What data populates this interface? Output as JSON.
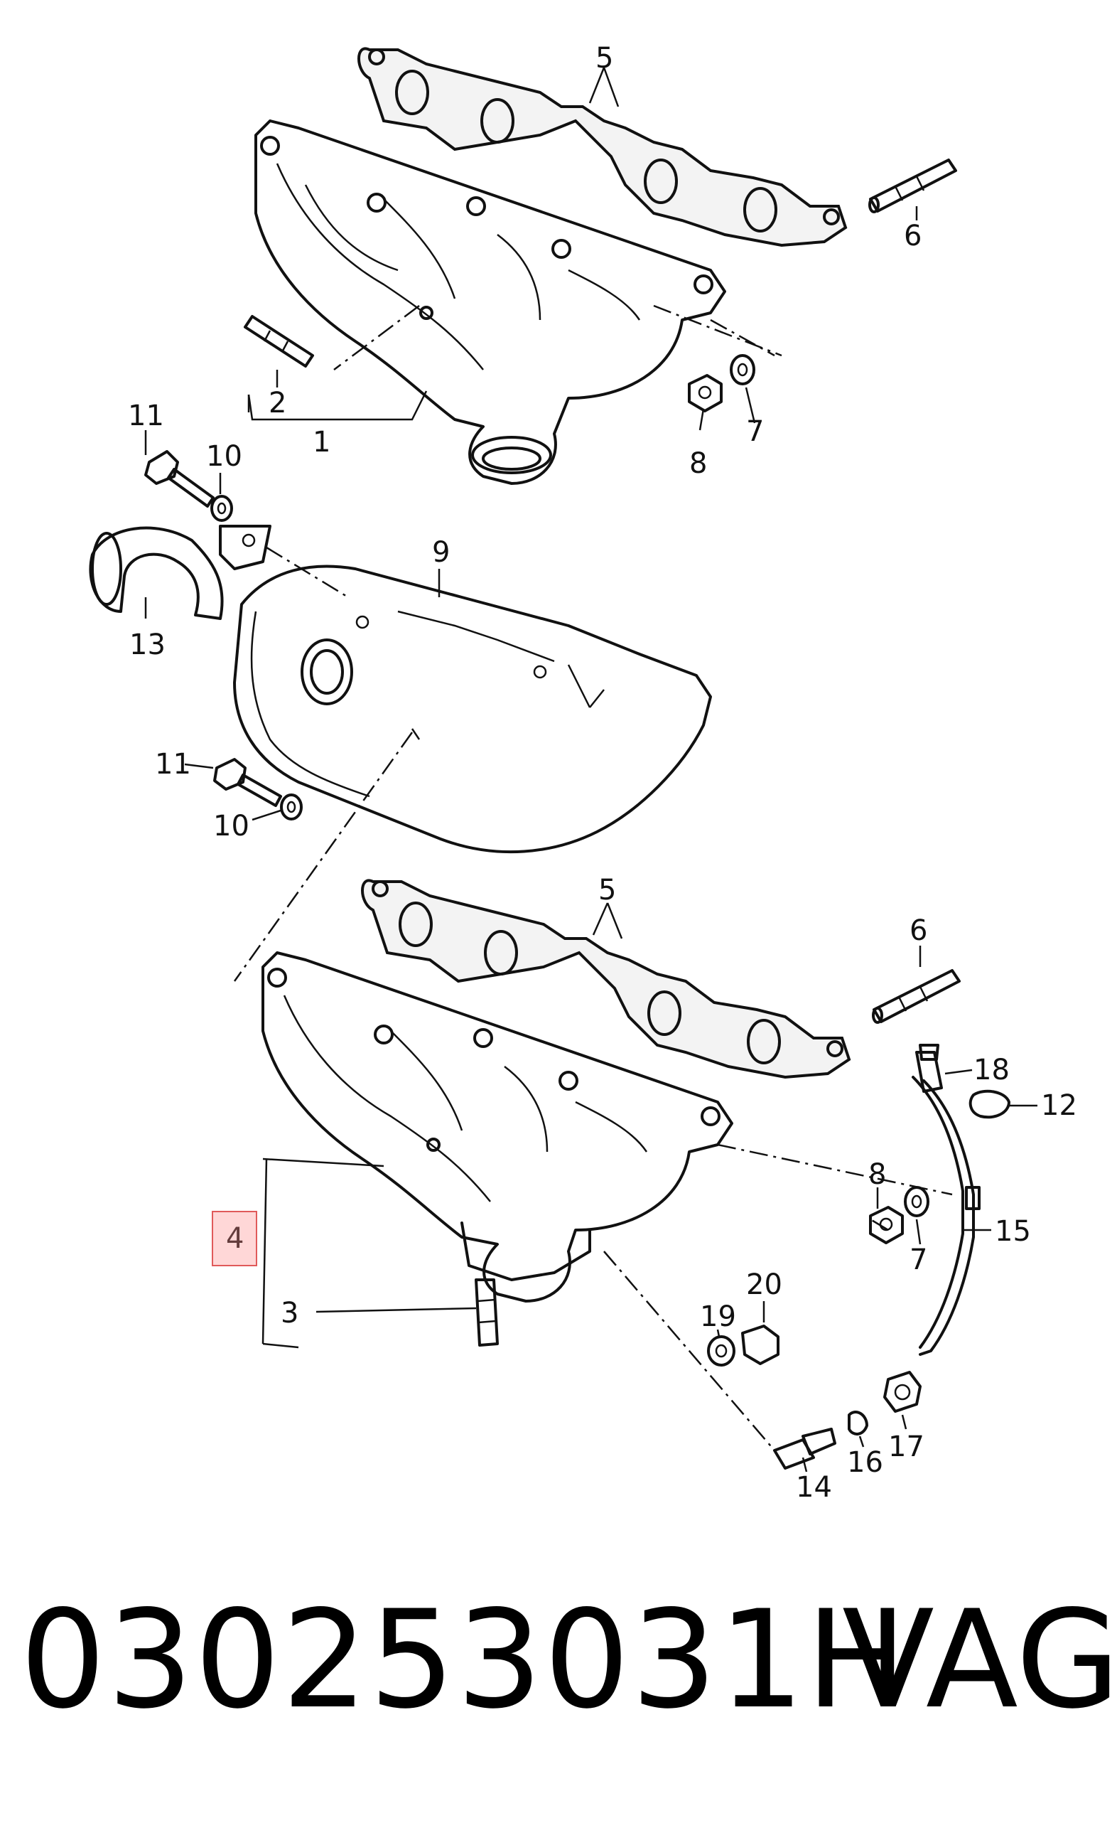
{
  "labels": {
    "l1": "1",
    "l2": "2",
    "l3": "3",
    "l4": "4",
    "l5a": "5",
    "l5b": "5",
    "l6a": "6",
    "l6b": "6",
    "l7a": "7",
    "l7b": "7",
    "l8a": "8",
    "l8b": "8",
    "l9": "9",
    "l10a": "10",
    "l10b": "10",
    "l11a": "11",
    "l11b": "11",
    "l12": "12",
    "l13": "13",
    "l14": "14",
    "l15": "15",
    "l16": "16",
    "l17": "17",
    "l18": "18",
    "l19": "19",
    "l20": "20"
  },
  "part_number": "030253031H",
  "brand": "VAG",
  "highlight_color": "#e05a5a"
}
